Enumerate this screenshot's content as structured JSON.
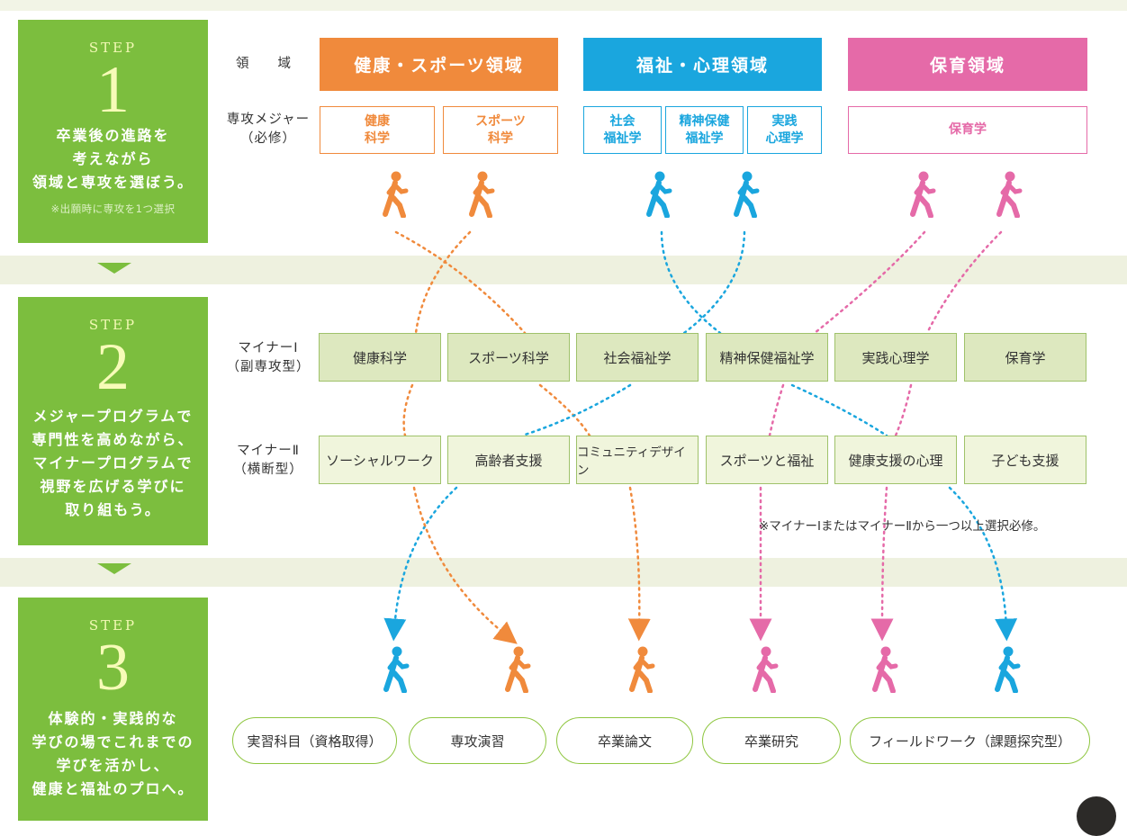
{
  "colors": {
    "green": "#7cbe3e",
    "orange": "#f08a3c",
    "blue": "#1aa6de",
    "pink": "#e56aa8"
  },
  "steps": [
    {
      "label": "STEP",
      "number": "1",
      "text": "卒業後の進路を\n考えながら\n領域と専攻を選ぼう。",
      "note": "※出願時に専攻を1つ選択"
    },
    {
      "label": "STEP",
      "number": "2",
      "text": "メジャープログラムで\n専門性を高めながら、\nマイナープログラムで\n視野を広げる学びに\n取り組もう。"
    },
    {
      "label": "STEP",
      "number": "3",
      "text": "体験的・実践的な\n学びの場でこれまでの\n学びを活かし、\n健康と福祉のプロへ。"
    }
  ],
  "row_labels": {
    "domain": "領　　域",
    "major": "専攻メジャー\n（必修）",
    "minor1": "マイナーⅠ\n（副専攻型）",
    "minor2": "マイナーⅡ\n（横断型）"
  },
  "domains": [
    {
      "label": "健康・スポーツ領域",
      "color": "#f08a3c"
    },
    {
      "label": "福祉・心理領域",
      "color": "#1aa6de"
    },
    {
      "label": "保育領域",
      "color": "#e56aa8"
    }
  ],
  "majors": [
    {
      "label": "健康\n科学",
      "color": "#f08a3c"
    },
    {
      "label": "スポーツ\n科学",
      "color": "#f08a3c"
    },
    {
      "label": "社会\n福祉学",
      "color": "#1aa6de"
    },
    {
      "label": "精神保健\n福祉学",
      "color": "#1aa6de"
    },
    {
      "label": "実践\n心理学",
      "color": "#1aa6de"
    },
    {
      "label": "保育学",
      "color": "#e56aa8"
    }
  ],
  "minor1": [
    "健康科学",
    "スポーツ科学",
    "社会福祉学",
    "精神保健福祉学",
    "実践心理学",
    "保育学"
  ],
  "minor2": [
    "ソーシャルワーク",
    "高齢者支援",
    "コミュニティデザイン",
    "スポーツと福祉",
    "健康支援の心理",
    "子ども支援"
  ],
  "minor_note": "※マイナーⅠまたはマイナーⅡから一つ以上選択必修。",
  "practice": [
    "実習科目（資格取得）",
    "専攻演習",
    "卒業論文",
    "卒業研究",
    "フィールドワーク（課題探究型）"
  ],
  "walkers_top": [
    "orange",
    "orange",
    "blue",
    "blue",
    "pink",
    "pink"
  ],
  "walkers_bottom": [
    "blue",
    "orange",
    "orange",
    "pink",
    "pink",
    "blue"
  ]
}
